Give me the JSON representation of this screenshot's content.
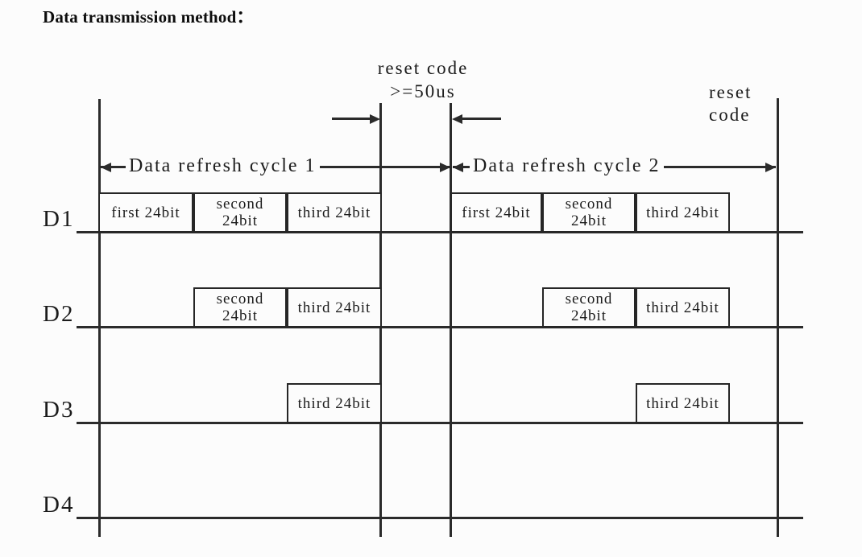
{
  "title": "Data transmission method：",
  "colors": {
    "line": "#2b2b2b",
    "text": "#1c1c1c",
    "background": "#fcfcfc"
  },
  "labels": {
    "reset_top_line1": "reset code",
    "reset_top_line2": ">=50us",
    "reset_right_line1": "reset",
    "reset_right_line2": "code",
    "cycle1": "Data refresh cycle 1",
    "cycle2": "Data refresh cycle 2"
  },
  "channels": [
    "D1",
    "D2",
    "D3",
    "D4"
  ],
  "boxes": {
    "d1c1a": "first 24bit",
    "d1c1b": "second\n24bit",
    "d1c1c": "third 24bit",
    "d1c2a": "first 24bit",
    "d1c2b": "second\n24bit",
    "d1c2c": "third 24bit",
    "d2c1b": "second\n24bit",
    "d2c1c": "third 24bit",
    "d2c2b": "second\n24bit",
    "d2c2c": "third 24bit",
    "d3c1c": "third 24bit",
    "d3c2c": "third 24bit"
  }
}
